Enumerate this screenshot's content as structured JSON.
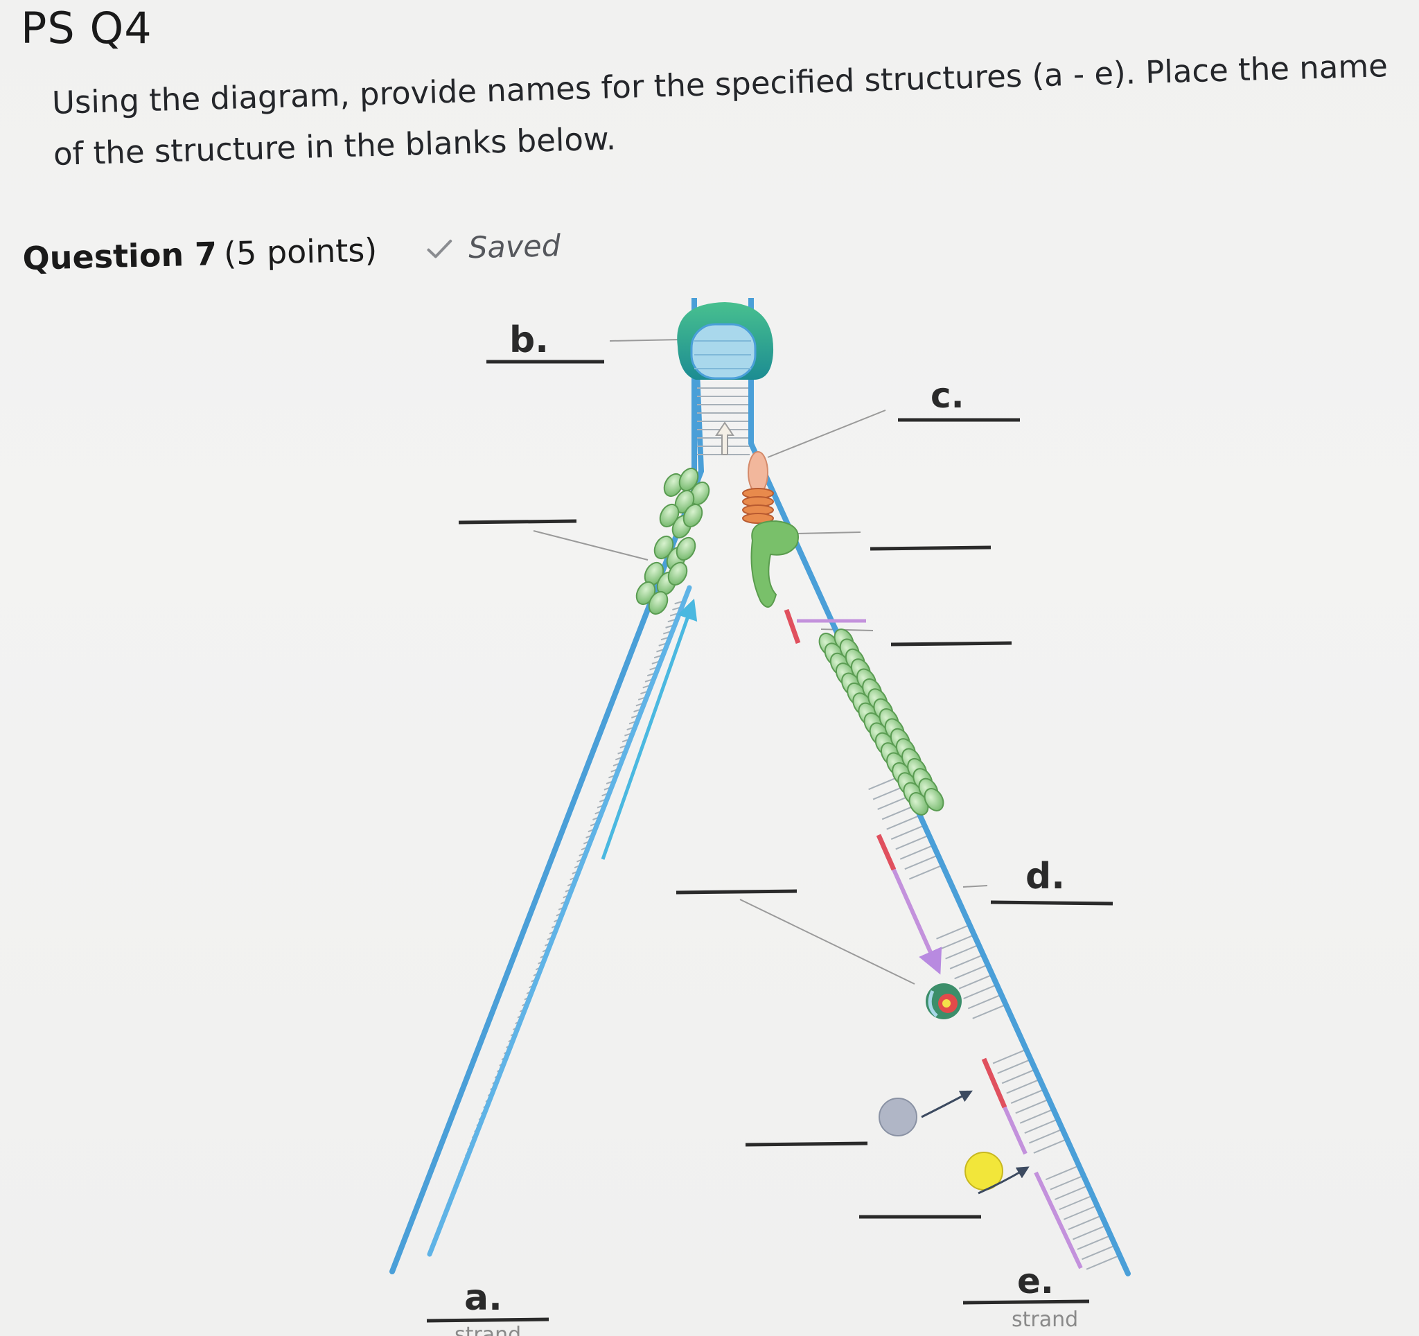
{
  "page": {
    "title": "PS Q4",
    "instructions": "Using the diagram, provide names for the specified structures (a - e). Place the name of the structure in the blanks below."
  },
  "question": {
    "label": "Question 7",
    "points": "(5 points)",
    "status": "Saved",
    "status_icon": "check-icon"
  },
  "diagram": {
    "blank_labels": {
      "a": "a.",
      "b": "b.",
      "c": "c.",
      "d": "d.",
      "e": "e."
    },
    "strand_word": "strand",
    "colors": {
      "dna_strand": "#4a9fd8",
      "rung": "#9aa4ad",
      "primer": "#e0505e",
      "new_strand": "#c391dc",
      "ssb": "#8fcf8a",
      "helicase_cap": "#2ea88a",
      "primase": "#79c06a",
      "nucleotide_gray": "#a9aec0",
      "nucleotide_yellow": "#f2e63a"
    }
  }
}
